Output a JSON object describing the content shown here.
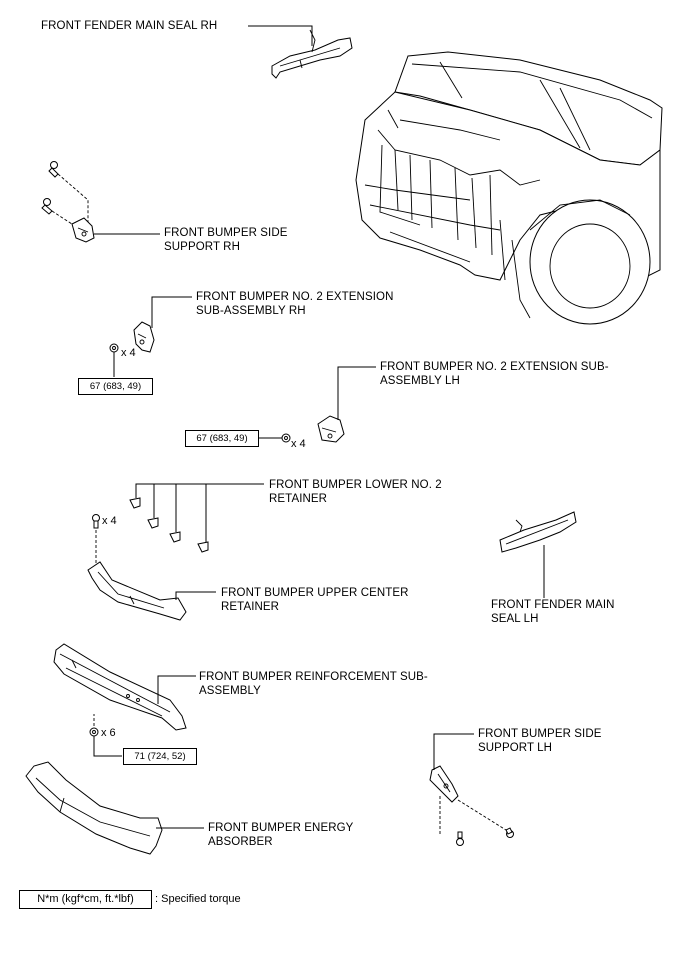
{
  "labels": {
    "fender_seal_rh": [
      "FRONT FENDER MAIN SEAL RH"
    ],
    "side_support_rh": [
      "FRONT BUMPER SIDE",
      "SUPPORT RH"
    ],
    "ext_rh": [
      "FRONT BUMPER NO. 2 EXTENSION",
      "SUB-ASSEMBLY RH"
    ],
    "ext_lh": [
      "FRONT BUMPER NO. 2 EXTENSION SUB-",
      "ASSEMBLY LH"
    ],
    "lower_retainer": [
      "FRONT BUMPER LOWER NO. 2",
      "RETAINER"
    ],
    "upper_center_retainer": [
      "FRONT BUMPER UPPER CENTER",
      "RETAINER"
    ],
    "fender_seal_lh": [
      "FRONT FENDER MAIN",
      "SEAL LH"
    ],
    "reinforcement": [
      "FRONT BUMPER REINFORCEMENT SUB-",
      "ASSEMBLY"
    ],
    "side_support_lh": [
      "FRONT BUMPER SIDE",
      "SUPPORT LH"
    ],
    "energy_absorber": [
      "FRONT BUMPER ENERGY",
      "ABSORBER"
    ]
  },
  "torques": {
    "ext_rh": "67 (683, 49)",
    "ext_lh": "67 (683, 49)",
    "reinforcement": "71 (724, 52)"
  },
  "quantities": {
    "ext_rh_nuts": "x 4",
    "ext_lh_nuts": "x 4",
    "retainer_clips": "x 4",
    "reinforcement_nuts": "x 6"
  },
  "legend": {
    "unit_box": "N*m (kgf*cm, ft.*lbf)",
    "description": ": Specified torque"
  }
}
